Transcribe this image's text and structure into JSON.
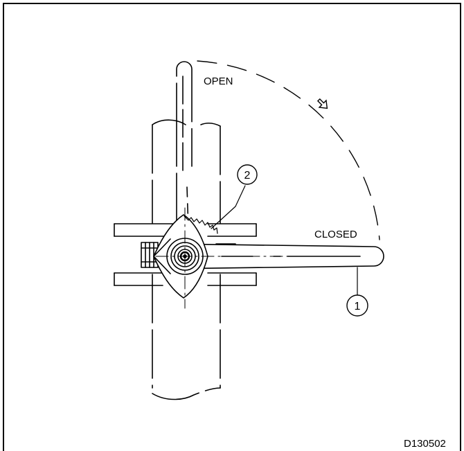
{
  "diagram": {
    "labels": {
      "open": "OPEN",
      "closed": "CLOSED"
    },
    "callouts": [
      {
        "number": "1",
        "part": "handle"
      },
      {
        "number": "2",
        "part": "ratchet-lock"
      }
    ],
    "figure_id": "D130502"
  },
  "colors": {
    "line": "#000000",
    "background": "#ffffff"
  }
}
